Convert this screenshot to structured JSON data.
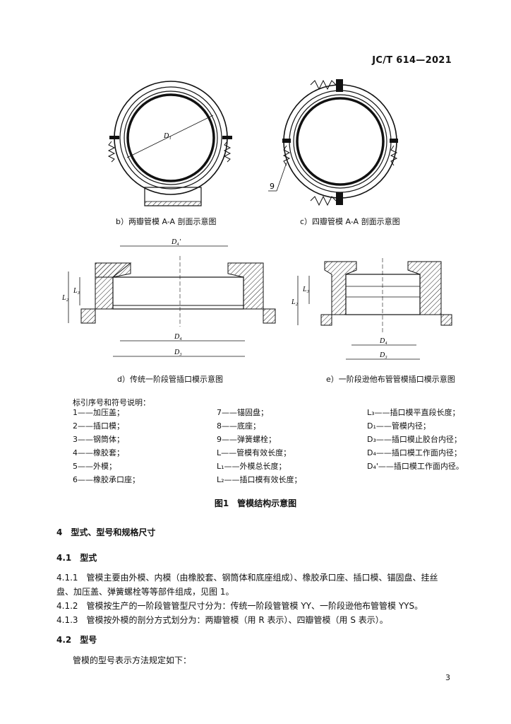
{
  "header": {
    "standard_no": "JC/T 614—2021"
  },
  "figures": {
    "b": {
      "caption": "b）两瓣管模 A-A 剖面示意图",
      "dim_label": "D₁"
    },
    "c": {
      "caption": "c）四瓣管模 A-A 剖面示意图",
      "callout": "9"
    },
    "d": {
      "caption": "d）传统一阶段管插口模示意图",
      "top_dim": "D₄'",
      "d4": "D₄",
      "d3": "D₃",
      "l2": "L₂",
      "l3": "L₃"
    },
    "e": {
      "caption": "e）一阶段逊他布管管模插口模示意图",
      "d4": "D₄",
      "d3": "D₃",
      "l2": "L₂",
      "l3": "L₃"
    }
  },
  "legend": {
    "title": "标引序号和符号说明：",
    "col1": [
      "1——加压盖；",
      "2——插口模；",
      "3——钢筒体；",
      "4——橡胶套；",
      "5——外模；",
      "6——橡胶承口座；"
    ],
    "col2": [
      "7——锚固盘；",
      "8——底座；",
      "9——弹簧螺栓；",
      "L——管模有效长度；",
      "L₁——外模总长度；",
      "L₂——插口模有效长度；"
    ],
    "col3": [
      "L₃——插口模平直段长度；",
      "D₁——管模内径；",
      "D₃——插口模止胶台内径；",
      "D₄——插口模工作面内径；",
      "D₄'——插口模工作面内径。"
    ]
  },
  "figure_title": "图1　管模结构示意图",
  "section4": {
    "heading": "4　型式、型号和规格尺寸",
    "s41": "4.1　型式",
    "p411": "4.1.1　管模主要由外模、内模（由橡胶套、钢筒体和底座组成）、橡胶承口座、插口模、锚固盘、挂丝",
    "p411b": "盘、加压盖、弹簧螺栓等等部件组成，见图 1。",
    "p412": "4.1.2　管模按生产的一阶段管管型尺寸分为：传统一阶段管管模 YY、一阶段逊他布管管模 YYS。",
    "p413": "4.1.3　管模按外模的剖分方式划分为：两瓣管模（用 R 表示）、四瓣管模（用 S 表示）。",
    "s42": "4.2　型号",
    "p42": "管模的型号表示方法规定如下："
  },
  "page_number": "3"
}
